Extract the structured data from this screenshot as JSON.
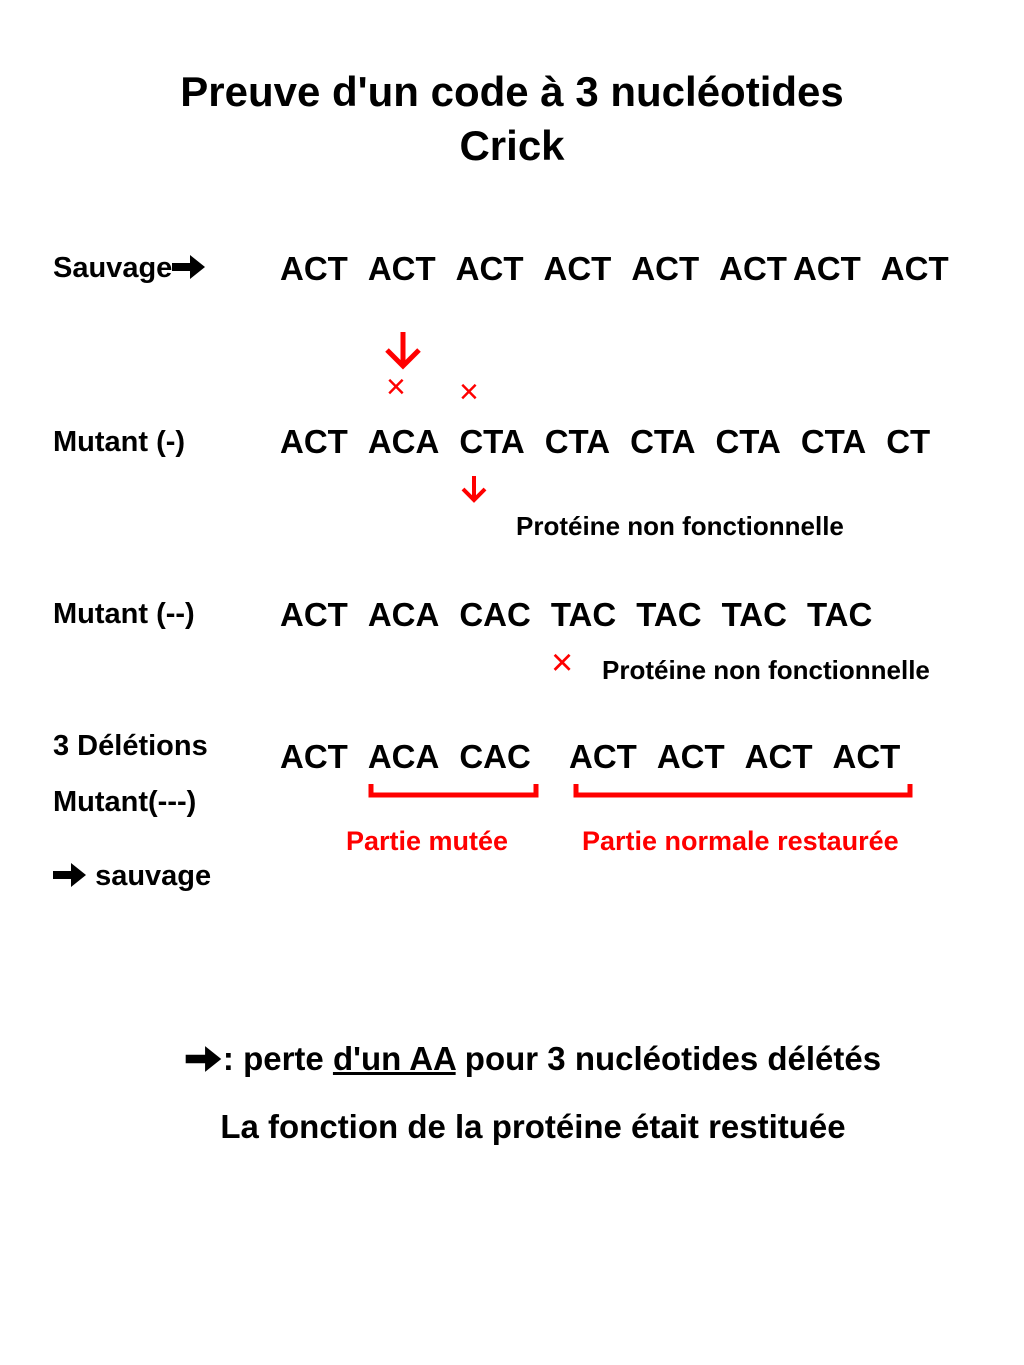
{
  "title": {
    "line1": "Preuve d'un code à 3 nucléotides",
    "line2": "Crick"
  },
  "rows": {
    "sauvage": {
      "label": "Sauvage",
      "codons": [
        "ACT",
        "ACT",
        "ACT",
        "ACT",
        "ACT",
        "ACT",
        "ACT",
        "ACT"
      ]
    },
    "mutant1": {
      "label": "Mutant (-)",
      "codons": [
        "ACT",
        "ACA",
        "CTA",
        "CTA",
        "CTA",
        "CTA",
        "CTA",
        "CT"
      ],
      "result": "Protéine non fonctionnelle"
    },
    "mutant2": {
      "label": "Mutant (--)",
      "codons": [
        "ACT",
        "ACA",
        "CAC",
        "TAC",
        "TAC",
        "TAC",
        "TAC"
      ],
      "result": "Protéine non fonctionnelle"
    },
    "mutant3": {
      "label_line1": "3 Délétions",
      "label_line2": "Mutant(---)",
      "label_line3": "sauvage",
      "codons_mutated": [
        "ACT",
        "ACA",
        "CAC"
      ],
      "codons_restored": [
        "ACT",
        "ACT",
        "ACT",
        "ACT"
      ],
      "bracket_mutated_label": "Partie mutée",
      "bracket_restored_label": "Partie normale restaurée"
    }
  },
  "marks": {
    "deletion": "×"
  },
  "conclusion": {
    "prefix": ": perte ",
    "underlined": "d'un AA",
    "suffix": " pour 3 nucléotides délétés",
    "line2": "La fonction de la protéine était restituée"
  },
  "colors": {
    "text": "#000000",
    "accent": "#ff0000",
    "background": "#ffffff"
  }
}
